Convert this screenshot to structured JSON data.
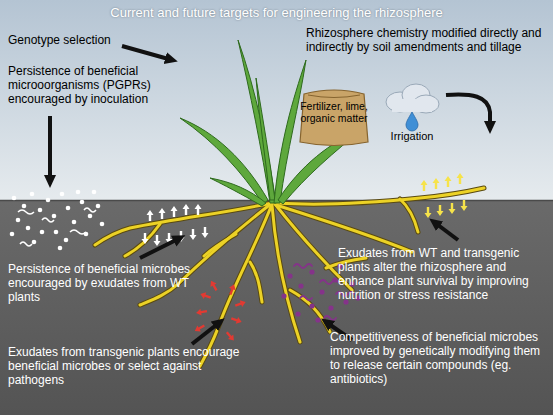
{
  "diagram": {
    "title": "Current and future targets for engineering the rhizosphere",
    "nodes": [
      {
        "text": [
          "Fertilizer, lime, organic matter"
        ]
      },
      {
        "text": [
          "Irrigation"
        ]
      }
    ],
    "labels": [
      "Genotype selection",
      "Rhizosphere chemistry modified directly and indirectly by soil amendments and tillage",
      "Persistence of beneficial microoorganisms (PGPRs) encouraged by inoculation",
      "Exudates from WT and transgenic plants alter the rhizosphere and enhance plant survival by improving nutrition or stress resistance",
      "Persistence of beneficial microbes encouraged by exudates from WT plants",
      "Competitiveness of beneficial microbes improved by genetically modifying them to release certain compounds (eg. antibiotics)",
      "Exudates from transgenic plants encourage beneficial microbes or select against pathogens"
    ]
  }
}
